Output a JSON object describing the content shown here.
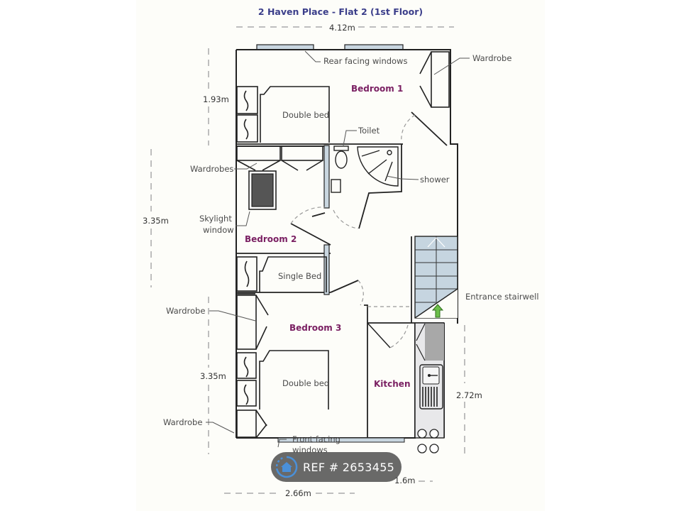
{
  "title": "2 Haven Place - Flat 2 (1st Floor)",
  "dimensions": {
    "top_width": "4.12m",
    "bedroom1_height": "1.93m",
    "bedroom2_height": "3.35m",
    "bedroom3_height": "3.35m",
    "kitchen_height": "2.72m",
    "bottom_left_width": "2.66m",
    "bottom_right_width": "1.6m"
  },
  "rooms": {
    "bedroom1": "Bedroom 1",
    "bedroom2": "Bedroom 2",
    "bedroom3": "Bedroom 3",
    "kitchen": "Kitchen"
  },
  "labels": {
    "rear_windows": "Rear facing windows",
    "wardrobe_b1": "Wardrobe",
    "double_bed_b1": "Double bed",
    "toilet": "Toilet",
    "shower": "shower",
    "wardrobes_b2": "Wardrobes",
    "skylight_line1": "Skylight",
    "skylight_line2": "window",
    "single_bed": "Single Bed",
    "entrance_stairwell": "Entrance stairwell",
    "wardrobe_b3_top": "Wardrobe",
    "double_bed_b3": "Double bed",
    "wardrobe_b3_bottom": "Wardrobe",
    "front_windows_line1": "Front facing",
    "front_windows_line2": "windows"
  },
  "watermark": {
    "text": "REF # 2653455",
    "icon": "house-icon"
  },
  "colors": {
    "title": "#3b3e8a",
    "room_label": "#7a1f62",
    "window_fill": "#c9d6e0",
    "stair_fill": "#c6d5e0",
    "arrow": "#4caf50"
  }
}
